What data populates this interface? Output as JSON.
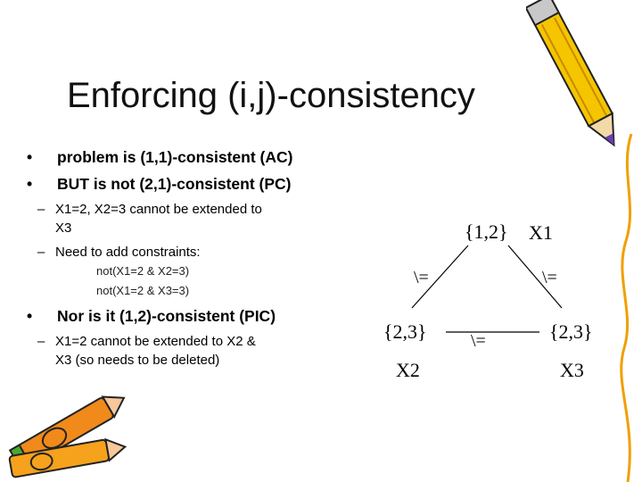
{
  "slide": {
    "title": "Enforcing (i,j)-consistency",
    "bullets": [
      {
        "marker": "•",
        "text": "problem is (1,1)-consistent (AC)"
      },
      {
        "marker": "•",
        "text": "BUT is not (2,1)-consistent (PC)"
      },
      {
        "marker": "•",
        "text": "Nor is it (1,2)-consistent (PIC)"
      }
    ],
    "sub_pc": [
      {
        "marker": "–",
        "lines": [
          "X1=2, X2=3 cannot be extended to",
          "X3"
        ]
      },
      {
        "marker": "–",
        "lines": [
          "Need to add constraints:"
        ]
      }
    ],
    "constraints": [
      "not(X1=2 & X2=3)",
      "not(X1=2 & X3=3)"
    ],
    "sub_pic": [
      {
        "marker": "–",
        "lines": [
          "X1=2 cannot be extended to X2 &",
          "X3 (so needs to be deleted)"
        ]
      }
    ]
  },
  "graph": {
    "nodes": [
      {
        "domain": "{1,2}",
        "name": "X1"
      },
      {
        "domain": "{2,3}",
        "name": "X2"
      },
      {
        "domain": "{2,3}",
        "name": "X3"
      }
    ],
    "edges": [
      {
        "between": "X1-X2",
        "label": "\\="
      },
      {
        "between": "X1-X3",
        "label": "\\="
      },
      {
        "between": "X2-X3",
        "label": "\\="
      }
    ]
  },
  "decorations": {
    "pencil_icon_color": "#f5c500",
    "crayon_icon_color": "#f08a1a"
  }
}
